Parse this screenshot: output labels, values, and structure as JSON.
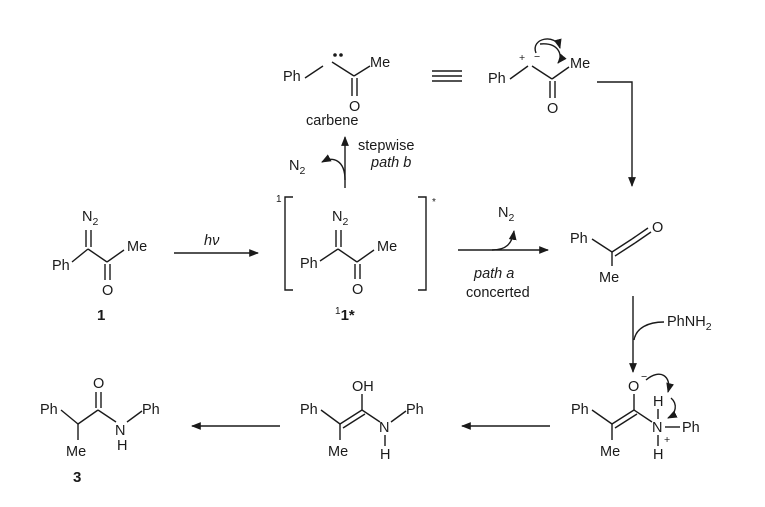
{
  "labels": {
    "ph": "Ph",
    "me": "Me",
    "o": "O",
    "oh": "OH",
    "n": "N",
    "h": "H",
    "n2_main": "N",
    "n2_sub": "2",
    "plus": "+",
    "minus": "−",
    "bracket_sup": "1",
    "bracket_star": "*"
  },
  "compounds": {
    "c1": "1",
    "c1_excited_sup": "1",
    "c1_excited": "1*",
    "c3": "3"
  },
  "conditions": {
    "hv": "hν",
    "carbene": "carbene",
    "stepwise": "stepwise",
    "path_b": "path b",
    "path_a": "path a",
    "concerted": "concerted",
    "phnh2_main": "PhNH",
    "phnh2_sub": "2"
  },
  "colors": {
    "ink": "#1a1a1a",
    "background": "#ffffff"
  }
}
